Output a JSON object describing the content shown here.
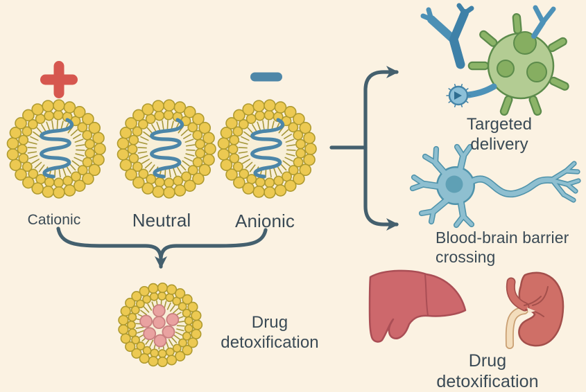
{
  "palette": {
    "background": "#fbf2e2",
    "bead_yellow": "#ecc952",
    "bead_outline": "#ae9a2f",
    "membrane_interior": "#f8efd8",
    "tail_olive": "#a59638",
    "rna_blue": "#4c86a8",
    "plus_red": "#d6574f",
    "minus_blue": "#4e87a8",
    "text_dark": "#3a4a55",
    "arrow_slate": "#44606e",
    "cell_body_green": "#b3cc93",
    "cell_outline_green": "#5c8b4b",
    "cell_spike_green": "#8cb468",
    "cell_spot_green": "#86ae61",
    "antibody_blue_dark": "#3e81a8",
    "antibody_blue_light": "#4c90b5",
    "receptor_blue": "#4d92b8",
    "vesicle_blue_fill": "#8cc0d8",
    "vesicle_blue_outline": "#4585a8",
    "neuron_fill": "#8ebfd0",
    "neuron_outline": "#4f93ab",
    "neuron_nucleus": "#5fa0b5",
    "liver_fill": "#cd686c",
    "liver_outline": "#aa4e55",
    "kidney_fill": "#cf6f67",
    "kidney_outline": "#a34f4b",
    "ureter_fill": "#f3ddbc",
    "ureter_outline": "#c99f72",
    "drug_dot_fill": "#e9a2a0",
    "drug_dot_outline": "#c87f7f"
  },
  "nanoparticles": {
    "variants": [
      {
        "label": "Cationic",
        "charge_symbol": "+"
      },
      {
        "label": "Neutral",
        "charge_symbol": ""
      },
      {
        "label": "Anionic",
        "charge_symbol": "−"
      }
    ]
  },
  "outcomes": {
    "targeted_delivery": {
      "label": "Targeted delivery"
    },
    "blood_brain_barrier": {
      "label": "Blood-brain barrier crossing"
    },
    "drug_detox_vesicle": {
      "label": "Drug detoxification"
    },
    "drug_detox_organs": {
      "label": "Drug detoxification"
    }
  },
  "icons": [
    "plus-icon",
    "minus-icon",
    "liposome-icon",
    "rna-helix-icon",
    "merge-arrow-icon",
    "branch-arrow-icon",
    "antibody-icon",
    "cell-with-receptors-icon",
    "neuron-icon",
    "drug-loaded-liposome-icon",
    "liver-icon",
    "kidney-icon"
  ]
}
